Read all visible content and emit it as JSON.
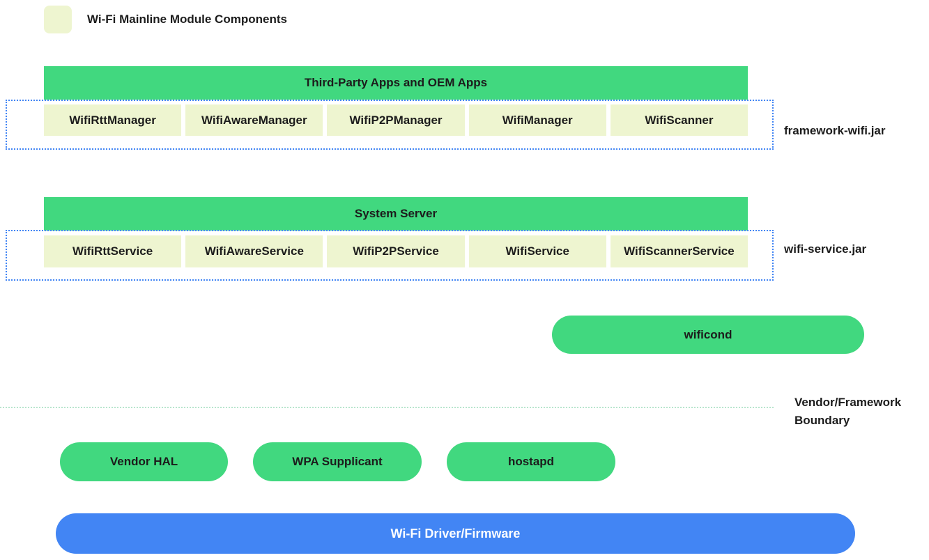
{
  "legend": {
    "label": "Wi-Fi Mainline Module Components"
  },
  "colors": {
    "module_green": "#41d87f",
    "module_cream": "#eef5d0",
    "driver_blue": "#4285f4",
    "dotted_border_blue": "#4285f4",
    "boundary_line_green": "#b8e5cd",
    "text_black": "#1c1c1c",
    "driver_text_white": "#ffffff"
  },
  "framework_group": {
    "header": "Third-Party Apps and OEM Apps",
    "boxes": [
      "WifiRttManager",
      "WifiAwareManager",
      "WifiP2PManager",
      "WifiManager",
      "WifiScanner"
    ],
    "jar_label": "framework-wifi.jar"
  },
  "service_group": {
    "header": "System Server",
    "boxes": [
      "WifiRttService",
      "WifiAwareService",
      "WifiP2PService",
      "WifiService",
      "WifiScannerService"
    ],
    "jar_label": "wifi-service.jar"
  },
  "wificond": {
    "label": "wificond"
  },
  "boundary": {
    "label": "Vendor/Framework Boundary"
  },
  "vendor_components": [
    "Vendor HAL",
    "WPA Supplicant",
    "hostapd"
  ],
  "driver": {
    "label": "Wi-Fi Driver/Firmware"
  }
}
